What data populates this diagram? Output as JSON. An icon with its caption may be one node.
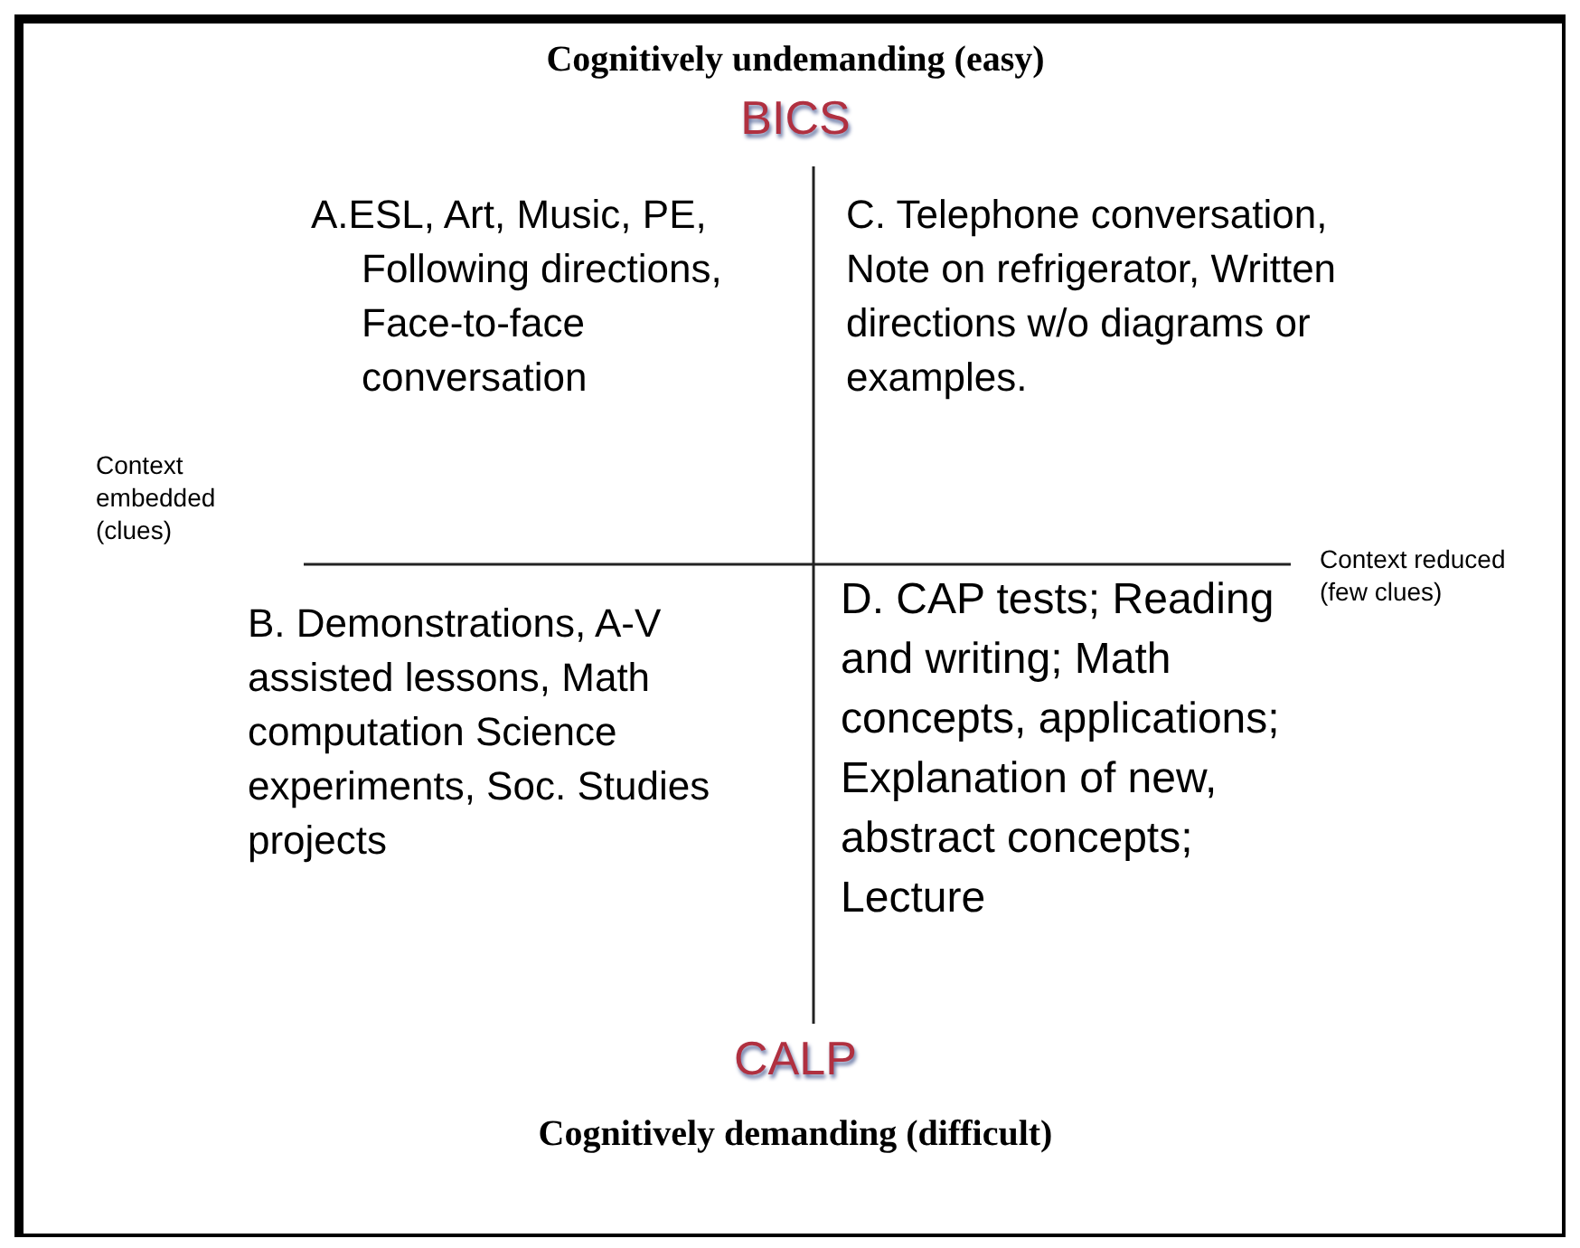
{
  "diagram": {
    "title": "Cognitively undemanding (easy)",
    "caption": "Cognitively demanding (difficult)",
    "labels": [
      "BICS",
      "A.ESL, Art, Music, PE, Following directions, Face-to-face conversation",
      "C. Telephone conversation, Note on refrigerator, Written directions w/o diagrams or examples.",
      "Context embedded (clues)",
      "Context reduced (few clues)",
      "B. Demonstrations, A-V assisted lessons, Math computation Science experiments, Soc. Studies projects",
      "D. CAP tests; Reading and writing; Math concepts, applications; Explanation of new, abstract concepts; Lecture",
      "CALP"
    ]
  }
}
